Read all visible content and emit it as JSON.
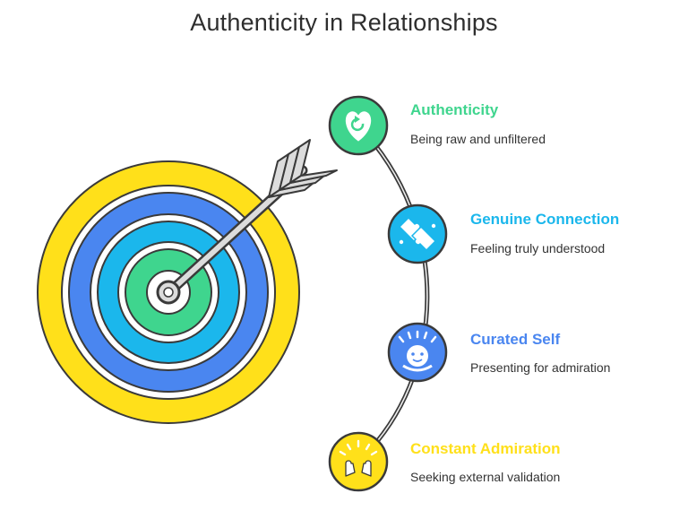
{
  "title": "Authenticity in Relationships",
  "colors": {
    "green": "#3fd58e",
    "cyan": "#1bb7ec",
    "blue": "#4a86f0",
    "yellow": "#ffe01a",
    "outline": "#3a3a3a",
    "arrow_fill": "#dcdcdc"
  },
  "target": {
    "rings_outer_to_inner": [
      "#ffe01a",
      "#4a86f0",
      "#1bb7ec",
      "#3fd58e"
    ]
  },
  "stages": [
    {
      "heading": "Authenticity",
      "description": "Being raw and unfiltered",
      "color": "#3fd58e",
      "icon": "heart-refresh-icon"
    },
    {
      "heading": "Genuine Connection",
      "description": "Feeling truly understood",
      "color": "#1bb7ec",
      "icon": "puzzle-pieces-icon"
    },
    {
      "heading": "Curated Self",
      "description": "Presenting for admiration",
      "color": "#4a86f0",
      "icon": "admired-face-icon"
    },
    {
      "heading": "Constant Admiration",
      "description": "Seeking external validation",
      "color": "#ffe01a",
      "icon": "applause-hands-icon"
    }
  ]
}
